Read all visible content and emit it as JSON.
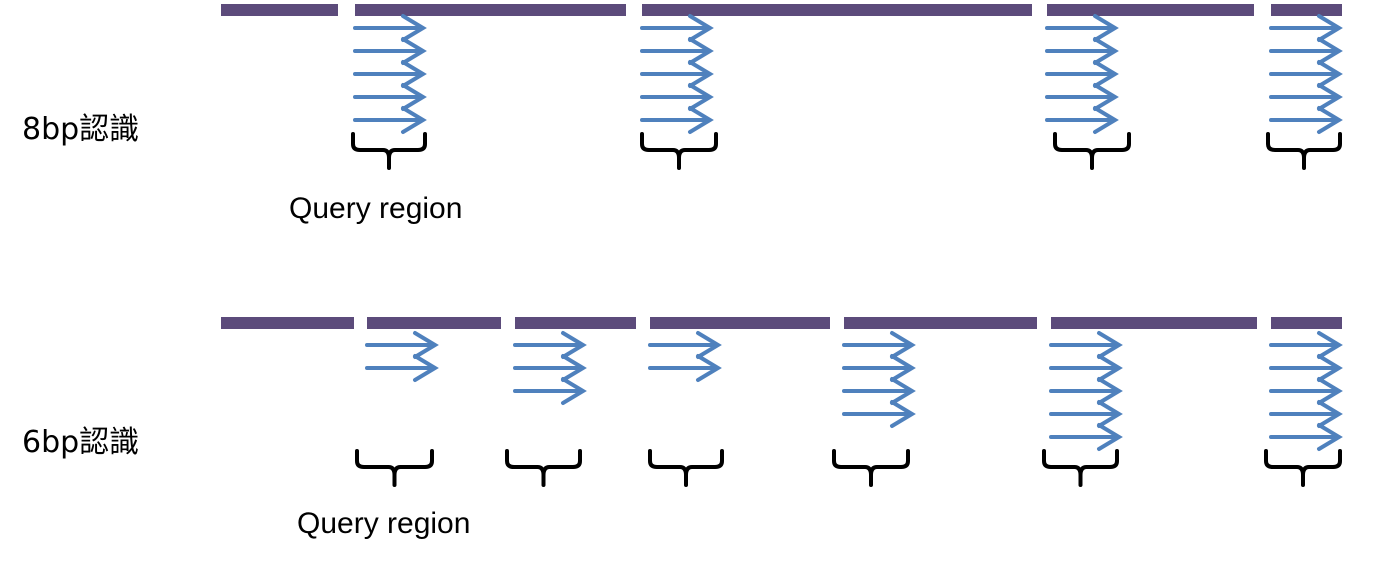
{
  "colors": {
    "segment": "#5c4b7b",
    "arrow": "#4f81bd",
    "brace": "#000000"
  },
  "rows": [
    {
      "label": "8bp認識",
      "query_label": "Query region",
      "arrow_groups": [
        5,
        5,
        5,
        5
      ]
    },
    {
      "label": "6bp認識",
      "query_label": "Query region",
      "arrow_groups": [
        2,
        3,
        2,
        4,
        5,
        5
      ]
    }
  ]
}
